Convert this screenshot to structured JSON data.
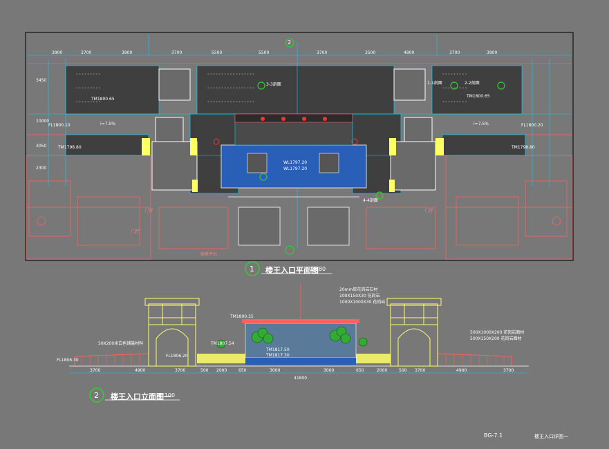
{
  "plan": {
    "badge": "1",
    "title": "楼王入口平面图",
    "scale": "1:180",
    "top_dims": [
      "3900",
      "3700",
      "3900",
      "3700",
      "5500",
      "5500",
      "3700",
      "3500",
      "4900",
      "3700",
      "3900"
    ],
    "side_dims": [
      "3450",
      "10000",
      "3050",
      "2300"
    ],
    "axis_label": "2",
    "annotations": [
      "1-1剖面",
      "2-2剖面",
      "3-3剖面",
      "4-4剖面",
      "FL1800.10",
      "FL1800.20",
      "TM1800.65",
      "TM1800.65",
      "TM1798.80",
      "TM1798.80",
      "WL1797.20",
      "WL1797.20",
      "i=7.5%",
      "i=7.5%"
    ],
    "room_labels": [
      "门厅",
      "门厅",
      "门厅",
      "观景平台"
    ]
  },
  "elevation": {
    "badge": "2",
    "title": "楼王入口立面图一",
    "scale": "1:100",
    "levels": [
      "TM1800.35",
      "TM1807.54",
      "TM1817.50",
      "TM1817.30",
      "FL1806.20",
      "FL1806.30"
    ],
    "bottom_dims": [
      "3700",
      "4900",
      "3700",
      "500",
      "2000",
      "650",
      "3000",
      "3000",
      "650",
      "2000",
      "500",
      "3700",
      "4900",
      "3700"
    ],
    "total_dim": "41800",
    "notes": [
      "50X200米白色铺装材料",
      "500X1000X200 花岗岩面材",
      "500X150X200 花岗岩面材",
      "20mm厚花岗岩石材",
      "100X150X30 花岗岩",
      "1000X1000X30 花岗岩"
    ]
  },
  "sheet": {
    "number": "BG-7.1",
    "name": "楼王入口详图一"
  },
  "colors": {
    "background": "#787878",
    "frame": "#111111",
    "wall": "#ffff66",
    "grid": "#00d0ff",
    "redline": "#ff6060",
    "hatch": "#1f1f1f",
    "water": "#2a5fb8",
    "green": "#33cc33",
    "white": "#ffffff"
  }
}
